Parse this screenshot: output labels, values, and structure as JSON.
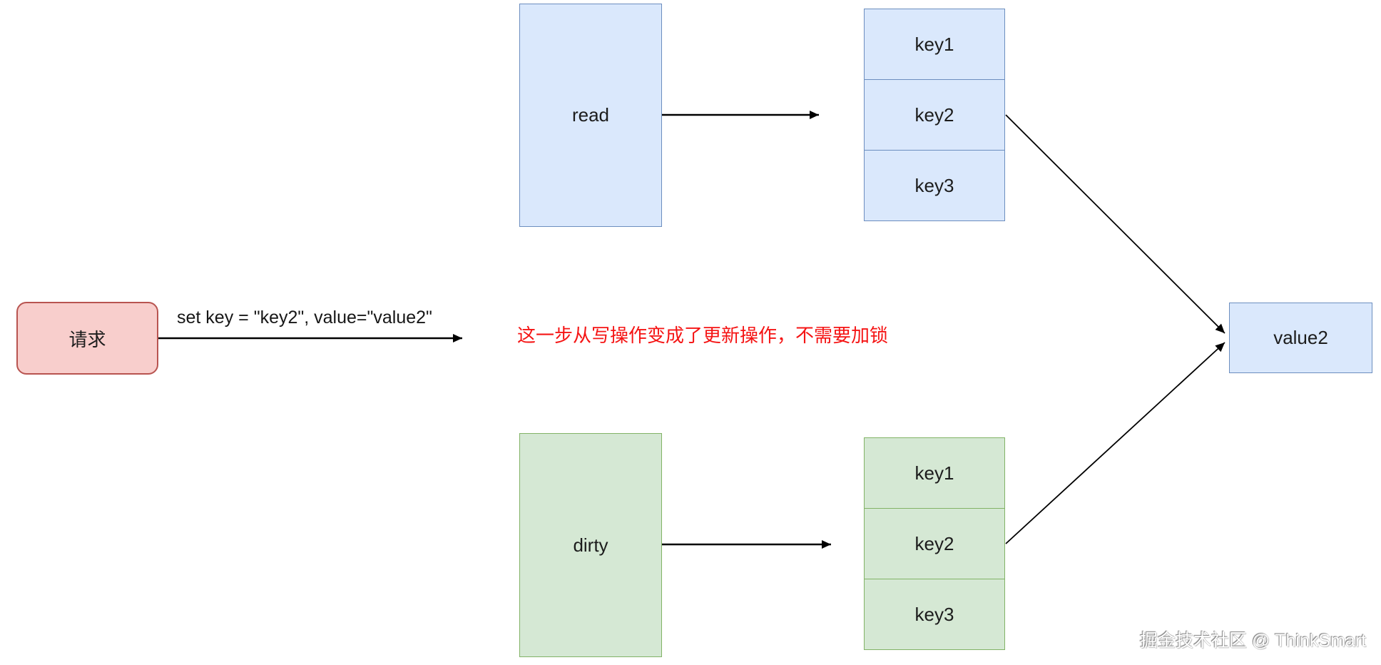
{
  "diagram": {
    "request_box": {
      "label": "请求"
    },
    "request_arrow_label": "set key = \"key2\", value=\"value2\"",
    "annotation": "这一步从写操作变成了更新操作，不需要加锁",
    "read_box": {
      "label": "read"
    },
    "dirty_box": {
      "label": "dirty"
    },
    "read_keys": [
      "key1",
      "key2",
      "key3"
    ],
    "dirty_keys": [
      "key1",
      "key2",
      "key3"
    ],
    "value_box": {
      "label": "value2"
    },
    "watermark": "掘金技术社区 @ ThinkSmart",
    "colors": {
      "blue_fill": "#dae8fc",
      "blue_border": "#6c8ebf",
      "green_fill": "#d5e8d4",
      "green_border": "#82b366",
      "pink_fill": "#f8cecc",
      "pink_border": "#b85450",
      "annotation_red": "#f51414",
      "arrow_line": "#000000",
      "background": "#ffffff"
    }
  }
}
